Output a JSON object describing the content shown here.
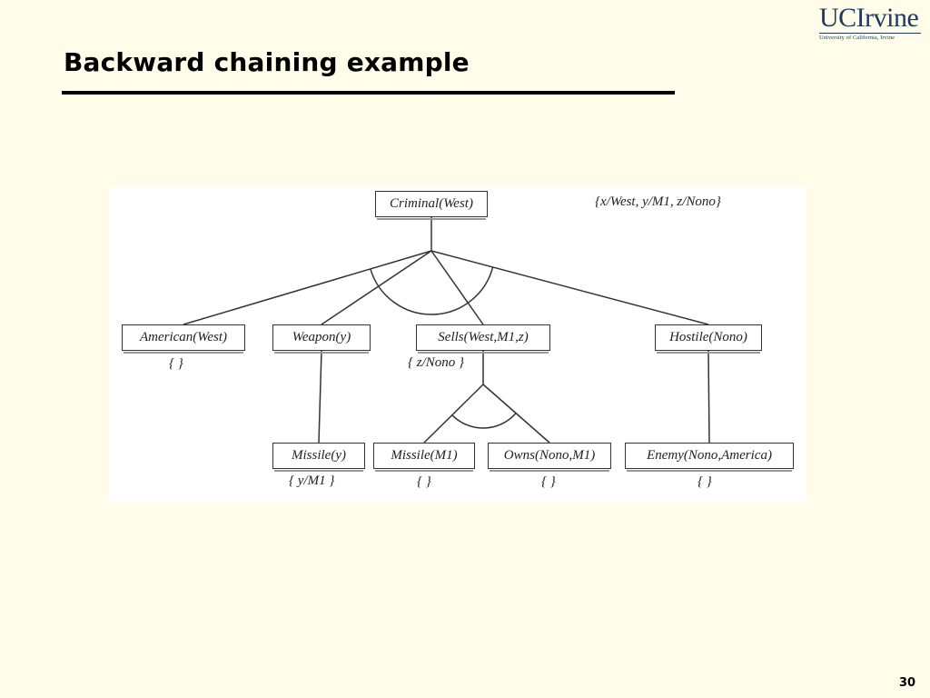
{
  "slide": {
    "title": "Backward chaining example",
    "page_number": "30"
  },
  "logo": {
    "name": "UCIrvine",
    "subtitle": "University of California, Irvine"
  },
  "diagram": {
    "root_bindings": "{x/West, y/M1, z/Nono}",
    "nodes": {
      "criminal": "Criminal(West)",
      "american": "American(West)",
      "weapon": "Weapon(y)",
      "sells": "Sells(West,M1,z)",
      "hostile": "Hostile(Nono)",
      "missile_y": "Missile(y)",
      "missile_m1": "Missile(M1)",
      "owns": "Owns(Nono,M1)",
      "enemy": "Enemy(Nono,America)"
    },
    "bindings": {
      "american": "{ }",
      "sells": "{ z/Nono }",
      "missile_y": "{ y/M1 }",
      "missile_m1": "{ }",
      "owns": "{ }",
      "enemy": "{ }"
    },
    "edges": [
      [
        "criminal",
        "american"
      ],
      [
        "criminal",
        "weapon"
      ],
      [
        "criminal",
        "sells"
      ],
      [
        "criminal",
        "hostile"
      ],
      [
        "weapon",
        "missile_y"
      ],
      [
        "sells",
        "missile_m1"
      ],
      [
        "sells",
        "owns"
      ],
      [
        "hostile",
        "enemy"
      ]
    ]
  }
}
